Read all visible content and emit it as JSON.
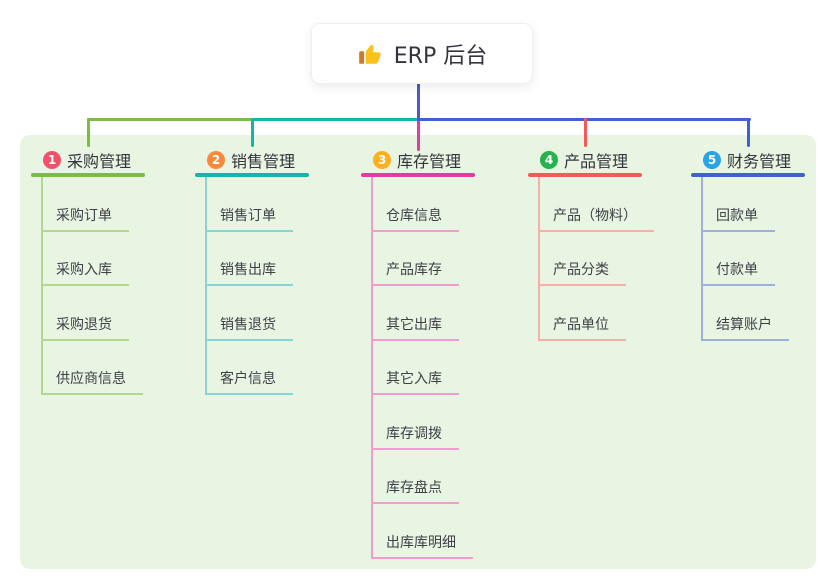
{
  "root": {
    "title": "ERP 后台",
    "icon": "thumbs-up-icon",
    "icon_colors": {
      "hand": "#fcc21b",
      "cuff": "#c77d2e"
    }
  },
  "branches": [
    {
      "index": "1",
      "title": "采购管理",
      "badge_color": "#f4506c",
      "line_color": "#7cbb44",
      "light_color": "#b2d88d",
      "children": [
        "采购订单",
        "采购入库",
        "采购退货",
        "供应商信息"
      ]
    },
    {
      "index": "2",
      "title": "销售管理",
      "badge_color": "#f98a3d",
      "line_color": "#13b6af",
      "light_color": "#85d6d1",
      "children": [
        "销售订单",
        "销售出库",
        "销售退货",
        "客户信息"
      ]
    },
    {
      "index": "3",
      "title": "库存管理",
      "badge_color": "#ffb01c",
      "line_color": "#e23ba2",
      "light_color": "#f29cd0",
      "children": [
        "仓库信息",
        "产品库存",
        "其它出库",
        "其它入库",
        "库存调拨",
        "库存盘点",
        "出库库明细"
      ]
    },
    {
      "index": "4",
      "title": "产品管理",
      "badge_color": "#26b24d",
      "line_color": "#f25b58",
      "light_color": "#f8aea9",
      "children": [
        "产品（物料）",
        "产品分类",
        "产品单位"
      ]
    },
    {
      "index": "5",
      "title": "财务管理",
      "badge_color": "#29a4e5",
      "line_color": "#3e62d3",
      "light_color": "#9db1e0",
      "children": [
        "回款单",
        "付款单",
        "结算账户"
      ]
    }
  ],
  "colors": {
    "panel_bg": "#e8f5e2",
    "root_line": "#4f58d0",
    "title_text": "#33343c",
    "child_text": "#3e3f47"
  }
}
